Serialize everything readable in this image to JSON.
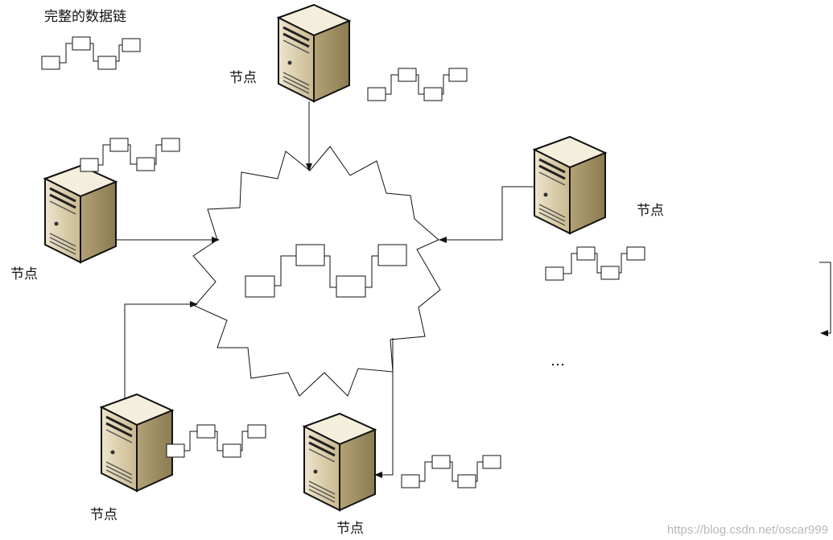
{
  "diagram": {
    "title": "完整的数据链",
    "node_label": "节点",
    "ellipsis": "…",
    "watermark": "https://blog.csdn.net/oscar999"
  },
  "colors": {
    "server_front": "#ddd1b2",
    "server_side": "#a8976b",
    "server_top": "#f3ecd8",
    "line": "#111111",
    "block_fill": "#ffffff"
  }
}
